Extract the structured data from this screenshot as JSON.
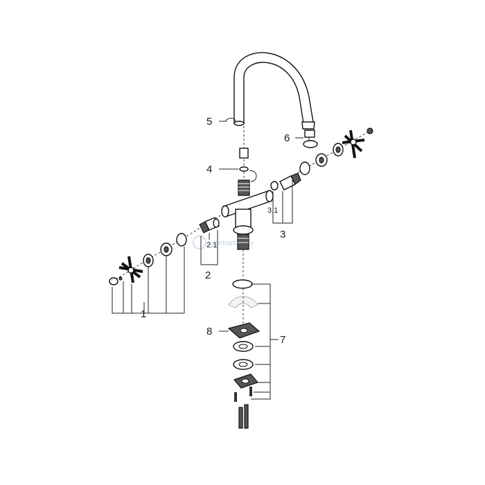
{
  "diagram": {
    "callouts": {
      "c1": "1",
      "c2": "2",
      "c21": "2.1",
      "c3": "3",
      "c31": "3.1",
      "c4": "4",
      "c5": "5",
      "c6": "6",
      "c7": "7",
      "c8": "8"
    },
    "watermark": "sanmarket.by"
  }
}
